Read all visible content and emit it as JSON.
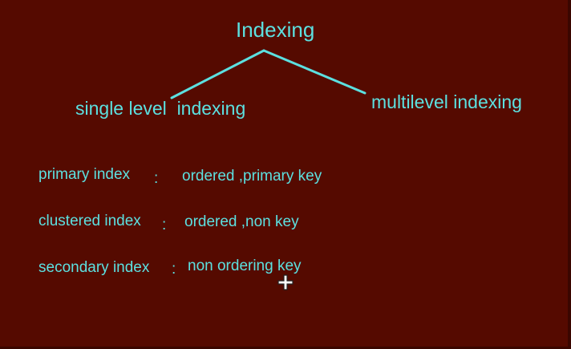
{
  "diagram": {
    "root": "Indexing",
    "branches": [
      {
        "label": "single level  indexing"
      },
      {
        "label": "multilevel indexing"
      }
    ],
    "rows": [
      {
        "label": "primary index",
        "separator": ":",
        "value": "ordered ,primary key"
      },
      {
        "label": "clustered index",
        "separator": ":",
        "value": "ordered ,non key"
      },
      {
        "label": "secondary index",
        "separator": ":",
        "value": "non ordering key"
      }
    ],
    "colors": {
      "chalk": "#5ce0e0",
      "board": "#550a00"
    },
    "cursor_icon": "move-cursor-icon"
  }
}
